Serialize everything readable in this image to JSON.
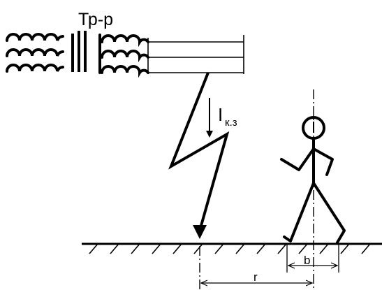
{
  "labels": {
    "transformer": "Тр-р",
    "current_main": "I",
    "current_sub": "к.з",
    "step_width": "b",
    "distance": "r"
  },
  "colors": {
    "stroke": "#000000",
    "background": "#ffffff"
  }
}
